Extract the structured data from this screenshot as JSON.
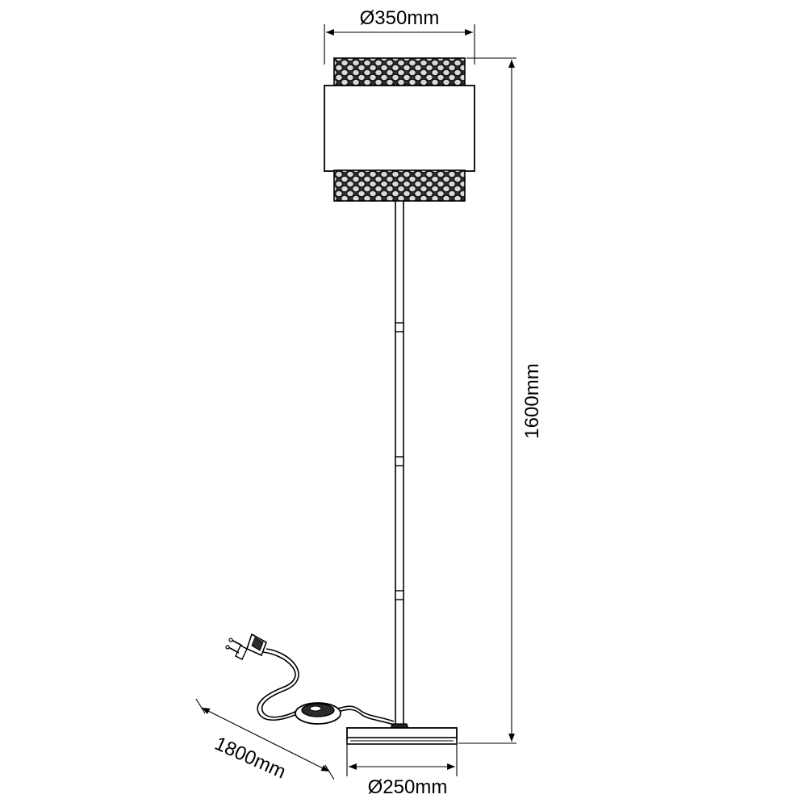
{
  "dimensions": {
    "shade_diameter": "Ø350mm",
    "height": "1600mm",
    "cable_length": "1800mm",
    "base_diameter": "Ø250mm"
  }
}
